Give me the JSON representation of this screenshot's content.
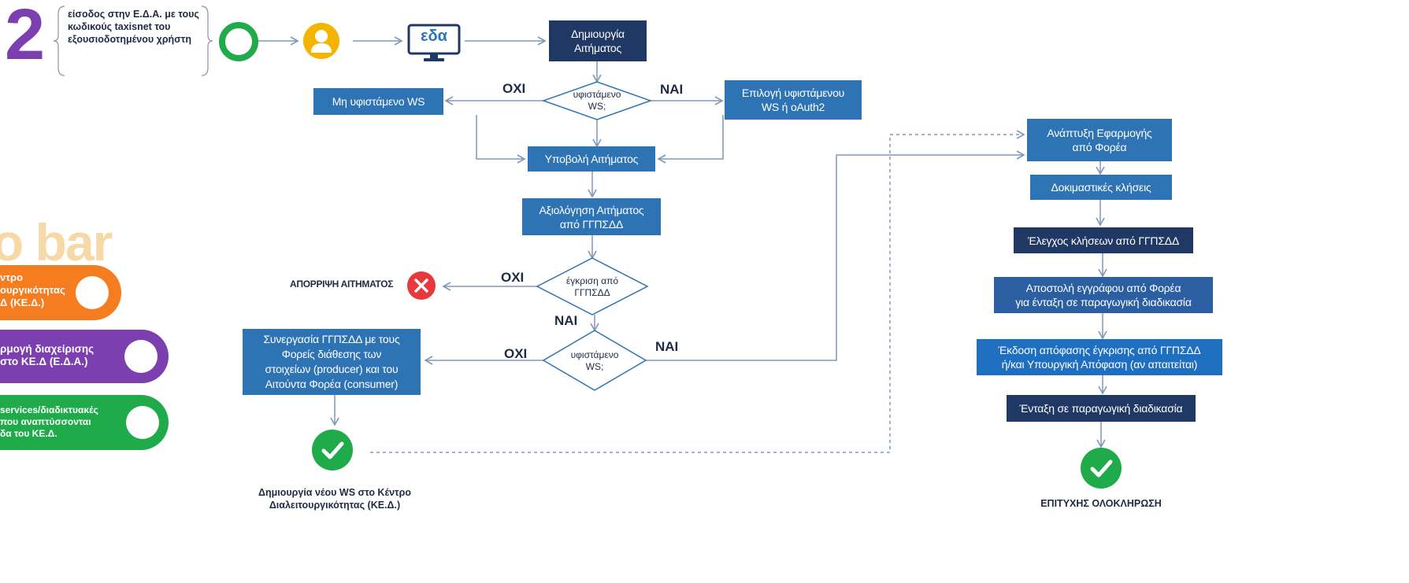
{
  "step": {
    "number": "2",
    "description": "είσοδος στην Ε.Δ.Α. με τους κωδικούς taxisnet του εξουσιοδοτημένου χρήστη",
    "eda_icon_text": "εδα"
  },
  "legend": {
    "watermark": "o bar",
    "items": [
      {
        "text": "ντρο\nουργικότητας\nΔ (ΚΕ.Δ.)",
        "color": "#f57c1f"
      },
      {
        "text": "ρμογή διαχείρισης\nστο ΚΕ.Δ (Ε.Δ.Α.)",
        "color": "#7b3fb0"
      },
      {
        "text": "services/διαδικτυακές\nπου αναπτύσσονται\nδα του ΚΕ.Δ.",
        "color": "#1fab4a"
      }
    ]
  },
  "flow": {
    "create_request": "Δημιουργία\nΑιτήματος",
    "decision_ws_1": "υφιστάμενο\nWS;",
    "no_ws": "Μη υφιστάμενο WS",
    "select_ws": "Επιλογή υφιστάμενου\nWS ή oAuth2",
    "submit_request": "Υποβολή Αιτήματος",
    "evaluate_request": "Αξιολόγηση Αιτήματος\nαπό ΓΓΠΣΔΔ",
    "decision_approval": "έγκριση από\nΓΓΠΣΔΔ",
    "rejection": "ΑΠΟΡΡΙΨΗ ΑΙΤΗΜΑΤΟΣ",
    "decision_ws_2": "υφιστάμενο\nWS;",
    "cooperation": "Συνεργασία ΓΓΠΣΔΔ με τους\nΦορείς διάθεσης των\nστοιχείων (producer) και του\nΑιτούντα Φορέα (consumer)",
    "new_ws_caption": "Δημιουργία νέου WS στο Κέντρο\nΔιαλειτουργικότητας (ΚΕ.Δ.)"
  },
  "labels": {
    "no": "ΟΧΙ",
    "yes": "ΝΑΙ"
  },
  "right_flow": {
    "app_development": "Ανάπτυξη Εφαρμογής\nαπό Φορέα",
    "test_calls": "Δοκιμαστικές κλήσεις",
    "call_check": "Έλεγχος κλήσεων από ΓΓΠΣΔΔ",
    "send_document": "Αποστολή εγγράφου από Φορέα\nγια ένταξη σε παραγωγική διαδικασία",
    "approval_decision": "Έκδοση απόφασης έγκρισης από ΓΓΠΣΔΔ\nή/και Υπουργική Απόφαση (αν απαιτείται)",
    "production": "Ένταξη σε παραγωγική διαδικασία",
    "success": "ΕΠΙΤΥΧΗΣ ΟΛΟΚΛΗΡΩΣΗ"
  },
  "colors": {
    "step_number": "#7b3fb0",
    "start_circle": "#1fab4a",
    "user_icon": "#f5b400",
    "box_blue": "#2e74b5",
    "box_navy": "#1f3864",
    "box_bright": "#1f6fc1",
    "reject": "#e8383d",
    "success": "#1fab4a",
    "arrow": "#7f98b8"
  }
}
